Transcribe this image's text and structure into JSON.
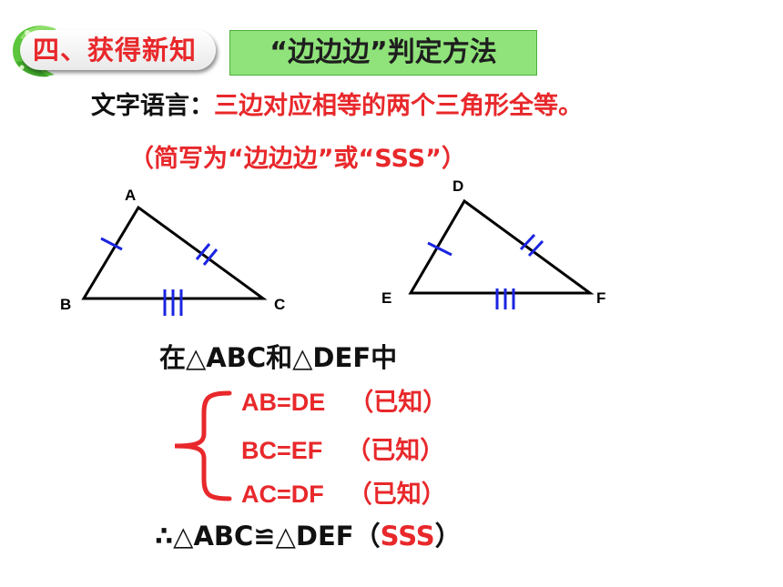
{
  "header": {
    "section_title": "四、获得新知",
    "topic": "“边边边”判定方法"
  },
  "statement": {
    "label": "文字语言：",
    "text": "三边对应相等的两个三角形全等。",
    "abbreviation": "（简写为“边边边”或“SSS”）"
  },
  "figure": {
    "triangle1": {
      "top": "A",
      "left": "B",
      "right": "C"
    },
    "triangle2": {
      "top": "D",
      "left": "E",
      "right": "F"
    }
  },
  "proof": {
    "intro": "在△ABC和△DEF中",
    "conditions": [
      {
        "eq": "AB=DE",
        "reason": "（已知）"
      },
      {
        "eq": "BC=EF",
        "reason": "（已知）"
      },
      {
        "eq": "AC=DF",
        "reason": "（已知）"
      }
    ],
    "conclusion_prefix": "∴△ABC≌△DEF（",
    "conclusion_reason": "SSS",
    "conclusion_suffix": "）"
  },
  "colors": {
    "accent_red": "#e8282b",
    "tick_blue": "#1a24e0",
    "topic_green": "#8fe37a",
    "leaf_green": "#5cc63c"
  }
}
